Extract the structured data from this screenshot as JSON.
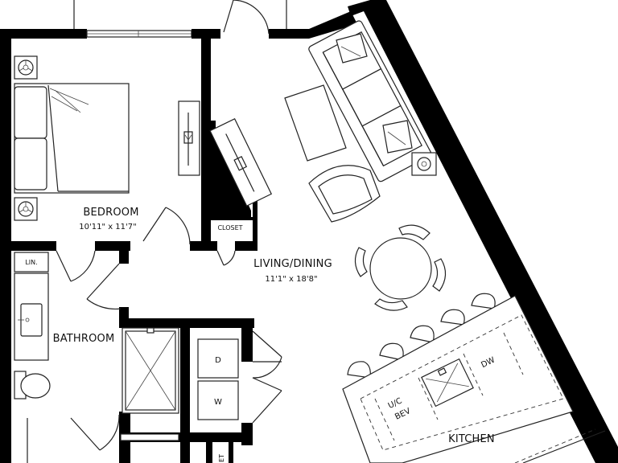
{
  "rooms": {
    "bedroom": {
      "name": "BEDROOM",
      "dims": "10'11\" x 11'7\""
    },
    "living": {
      "name": "LIVING/DINING",
      "dims": "11'1\" x 18'8\""
    },
    "bathroom": {
      "name": "BATHROOM"
    },
    "kitchen": {
      "name": "KITCHEN"
    },
    "closet": {
      "name": "CLOSET"
    },
    "linen": {
      "name": "LIN."
    }
  },
  "appliances": {
    "dryer": "D",
    "washer": "W",
    "dishwasher": "DW",
    "beverage_line1": "U/C",
    "beverage_line2": "BEV"
  },
  "cropped_label": "ET"
}
